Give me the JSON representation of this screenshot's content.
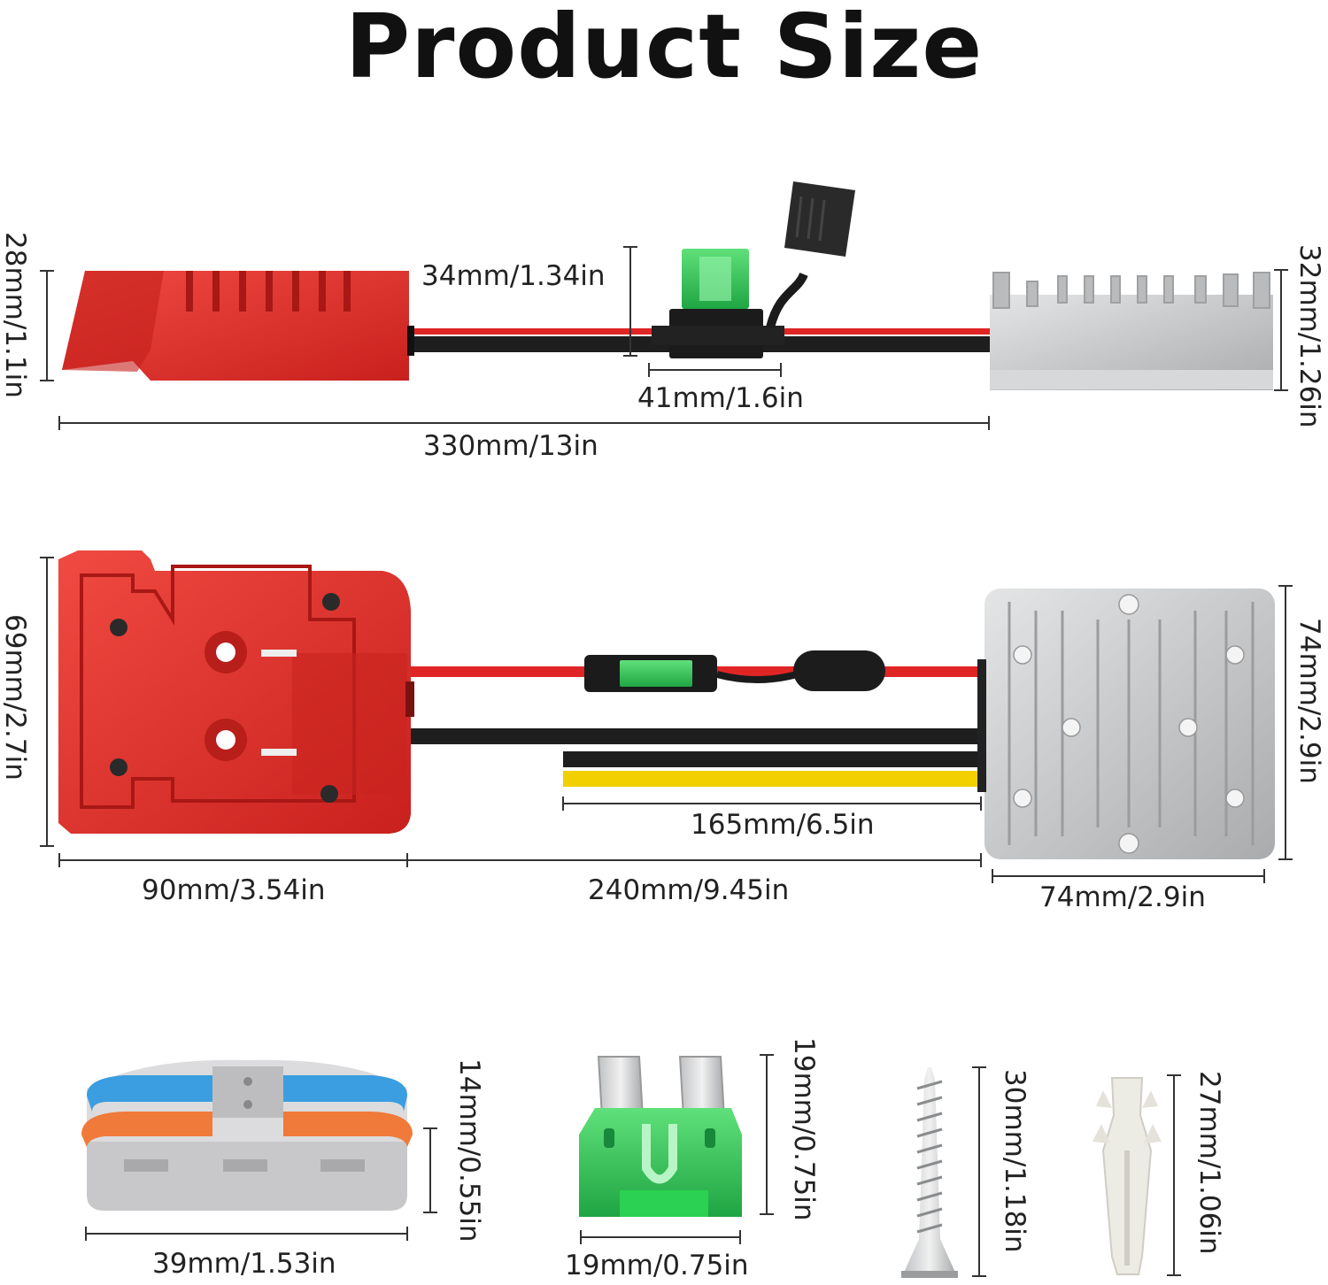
{
  "title": "Product Size",
  "dimensions": {
    "side_adapter_height": "28mm/1.1in",
    "side_fuse_holder_height": "34mm/1.34in",
    "side_fuse_holder_width": "41mm/1.6in",
    "side_total_length": "330mm/13in",
    "side_converter_height": "32mm/1.26in",
    "top_adapter_height": "69mm/2.7in",
    "top_adapter_width": "90mm/3.54in",
    "top_cable_length": "240mm/9.45in",
    "top_output_wire_length": "165mm/6.5in",
    "top_converter_height": "74mm/2.9in",
    "top_converter_width": "74mm/2.9in",
    "connector_height": "14mm/0.55in",
    "connector_width": "39mm/1.53in",
    "fuse_height": "19mm/0.75in",
    "fuse_width": "19mm/0.75in",
    "screw_length": "30mm/1.18in",
    "anchor_length": "27mm/1.06in"
  },
  "colors": {
    "adapter_red": "#e0302c",
    "converter_silver": "#c9cbcd",
    "fuse_green": "#35c85a",
    "wire_red": "#e02525",
    "wire_black": "#1e1e1e",
    "wire_yellow": "#f2d000",
    "lever_blue": "#3a9ee0",
    "lever_orange": "#f07a3a",
    "connector_gray": "#d4d4d6"
  }
}
